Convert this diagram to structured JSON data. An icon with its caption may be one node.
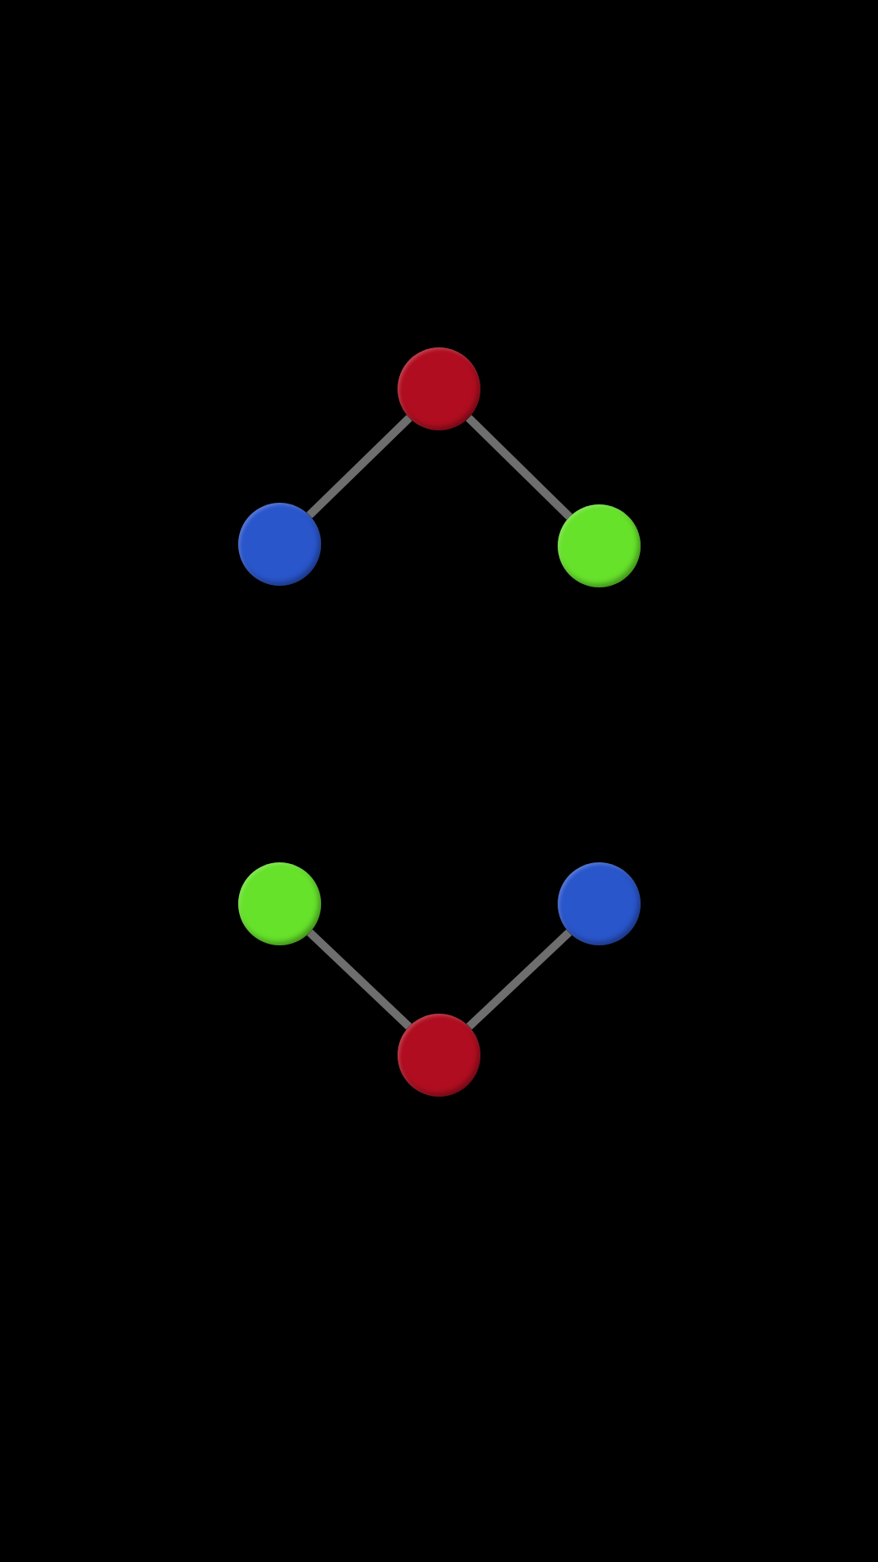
{
  "diagram": {
    "nodes": [
      {
        "text": [],
        "shape": "circle"
      },
      {
        "text": [],
        "shape": "circle"
      },
      {
        "text": [],
        "shape": "circle"
      },
      {
        "text": [],
        "shape": "circle"
      },
      {
        "text": [],
        "shape": "circle"
      },
      {
        "text": [],
        "shape": "circle"
      }
    ],
    "edges": [
      {
        "from": 0,
        "to": 1,
        "arrow": "none"
      },
      {
        "from": 0,
        "to": 2,
        "arrow": "none"
      },
      {
        "from": 3,
        "to": 5,
        "arrow": "none"
      },
      {
        "from": 4,
        "to": 5,
        "arrow": "none"
      }
    ]
  }
}
